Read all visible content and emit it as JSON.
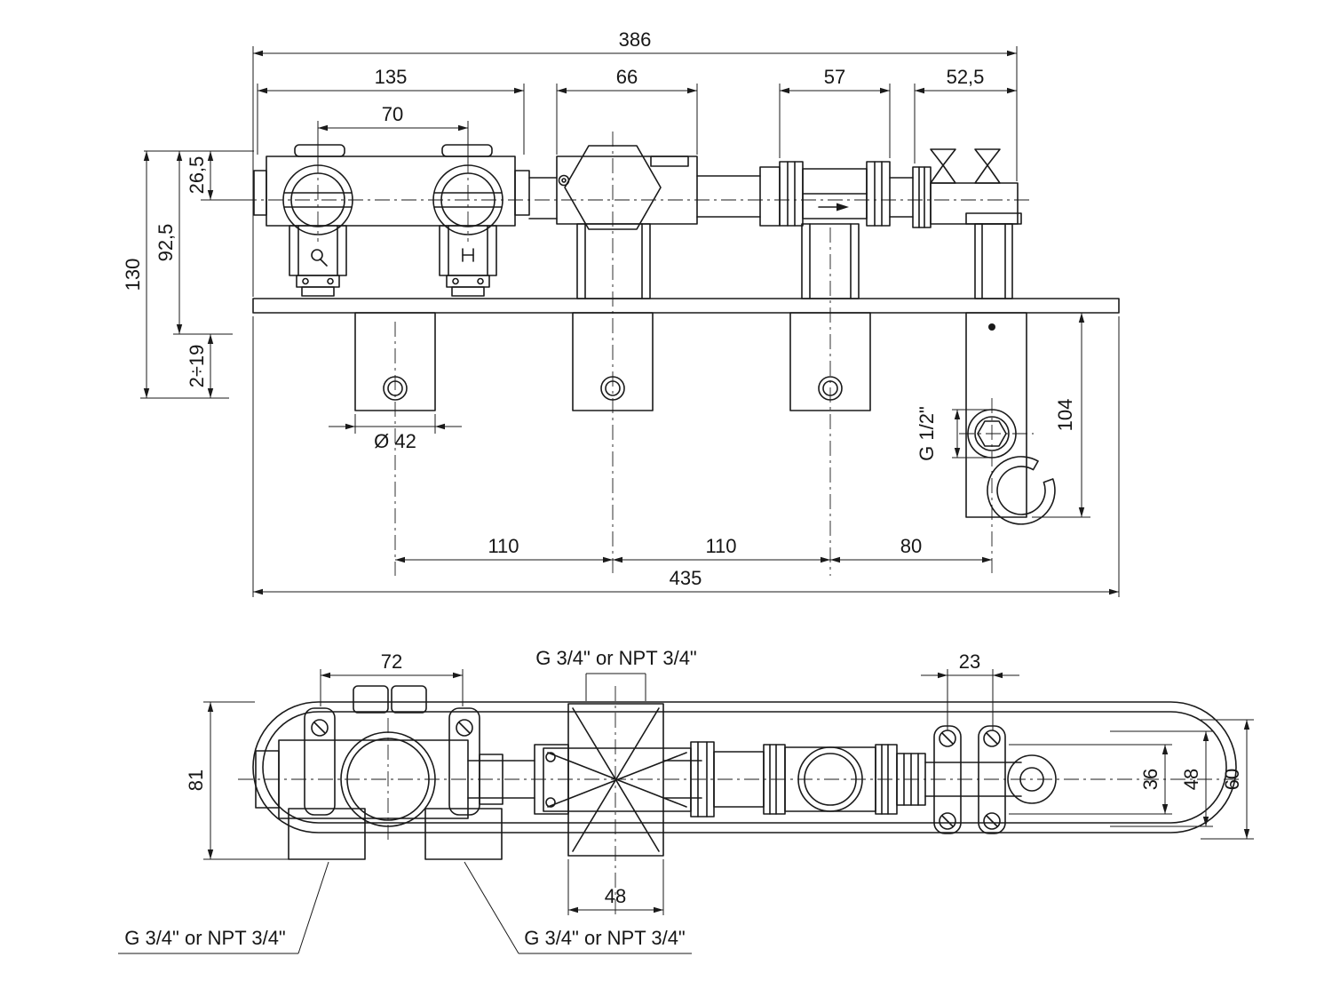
{
  "title": "Thermostatic mixer valve technical drawing",
  "colors": {
    "line": "#1a1a1a",
    "background": "#ffffff"
  },
  "top_view": {
    "dim_386": "386",
    "dim_135": "135",
    "dim_70": "70",
    "dim_66": "66",
    "dim_57": "57",
    "dim_52_5": "52,5",
    "dim_26_5": "26,5",
    "dim_92_5": "92,5",
    "dim_130": "130",
    "dim_2_19": "2÷19",
    "dim_diam_42": "Ø 42",
    "dim_g_half": "G 1/2\"",
    "dim_104": "104",
    "dim_110_left": "110",
    "dim_110_right": "110",
    "dim_80": "80",
    "dim_435": "435"
  },
  "bottom_view": {
    "dim_72": "72",
    "label_g34_top": "G 3/4\" or NPT 3/4\"",
    "dim_23": "23",
    "dim_81": "81",
    "dim_36": "36",
    "dim_48_right": "48",
    "dim_60": "60",
    "dim_48_bottom": "48",
    "label_g34_bottom_left": "G 3/4\" or NPT 3/4\"",
    "label_g34_bottom_mid": "G 3/4\" or NPT 3/4\""
  }
}
